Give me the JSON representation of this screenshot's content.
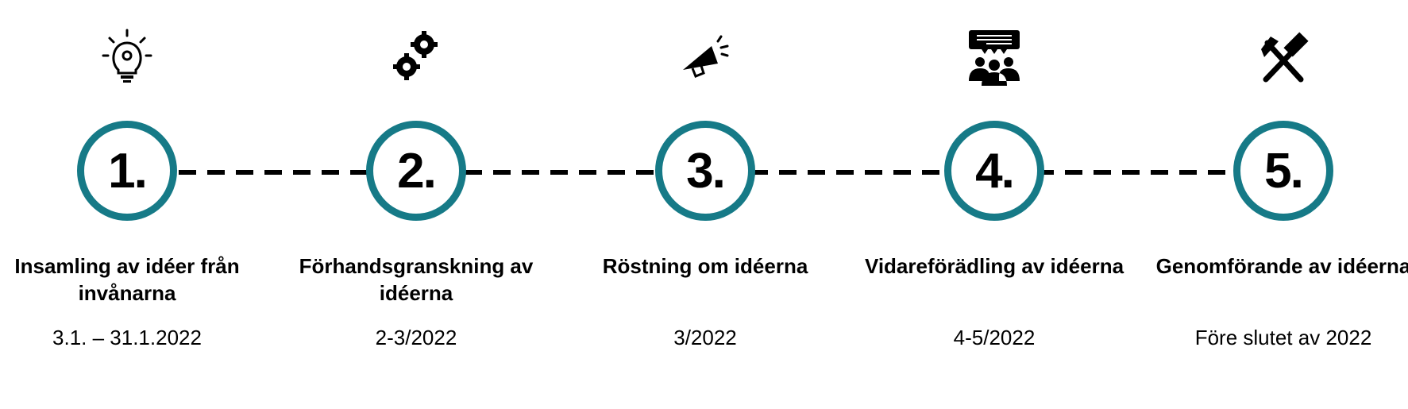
{
  "accent_color": "#167a87",
  "steps": [
    {
      "number": "1.",
      "title": "Insamling av idéer från invånarna",
      "date": "3.1. – 31.1.2022",
      "icon": "lightbulb-icon"
    },
    {
      "number": "2.",
      "title": "Förhandsgranskning av idéerna",
      "date": "2-3/2022",
      "icon": "gears-icon"
    },
    {
      "number": "3.",
      "title": "Röstning om idéerna",
      "date": "3/2022",
      "icon": "megaphone-icon"
    },
    {
      "number": "4.",
      "title": "Vidareförädling av idéerna",
      "date": "4-5/2022",
      "icon": "group-discussion-icon"
    },
    {
      "number": "5.",
      "title": "Genomförande av idéerna",
      "date": "Före slutet av 2022",
      "icon": "hammer-pick-icon"
    }
  ]
}
